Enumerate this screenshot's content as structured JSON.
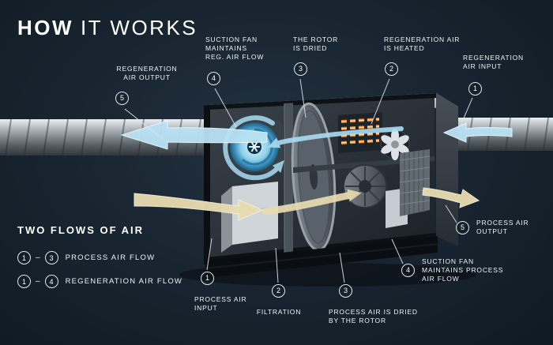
{
  "title": {
    "part1": "HOW",
    "part2": "IT WORKS"
  },
  "callouts": [
    {
      "num": "5",
      "label": "REGENERATION\nAIR OUTPUT"
    },
    {
      "num": "4",
      "label": "SUCTION FAN\nMAINTAINS\nREG. AIR FLOW"
    },
    {
      "num": "3",
      "label": "THE ROTOR\nIS DRIED"
    },
    {
      "num": "2",
      "label": "REGENERATION AIR\nIS HEATED"
    },
    {
      "num": "1",
      "label": "REGENERATION\nAIR INPUT"
    },
    {
      "num": "1",
      "label": "PROCESS AIR\nINPUT"
    },
    {
      "num": "2",
      "label": "FILTRATION"
    },
    {
      "num": "3",
      "label": "PROCESS AIR IS DRIED\nBY THE ROTOR"
    },
    {
      "num": "4",
      "label": "SUCTION FAN\nMAINTAINS PROCESS\nAIR FLOW"
    },
    {
      "num": "5",
      "label": "PROCESS AIR\nOUTPUT"
    }
  ],
  "legend": {
    "heading": "TWO FLOWS OF AIR",
    "dash": "–",
    "rows": [
      {
        "from": "1",
        "to": "3",
        "label": "PROCESS AIR FLOW"
      },
      {
        "from": "1",
        "to": "4",
        "label": "REGENERATION AIR FLOW"
      }
    ]
  },
  "colors": {
    "background": "#17232e",
    "regeneration_flow_blue": "#b8e2f4",
    "process_flow_beige": "#e9dcb0",
    "heater_orange": "#f08222",
    "badge_outline": "#dfe9f0",
    "label_text": "#eef4f8"
  }
}
